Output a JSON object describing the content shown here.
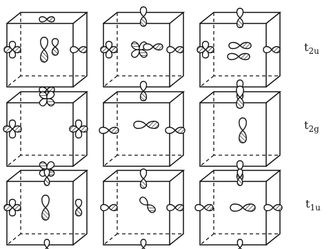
{
  "rows": [
    {
      "prefix": "t",
      "subscript": "2u"
    },
    {
      "prefix": "t",
      "subscript": "2g"
    },
    {
      "prefix": "t",
      "subscript": "1u"
    }
  ]
}
